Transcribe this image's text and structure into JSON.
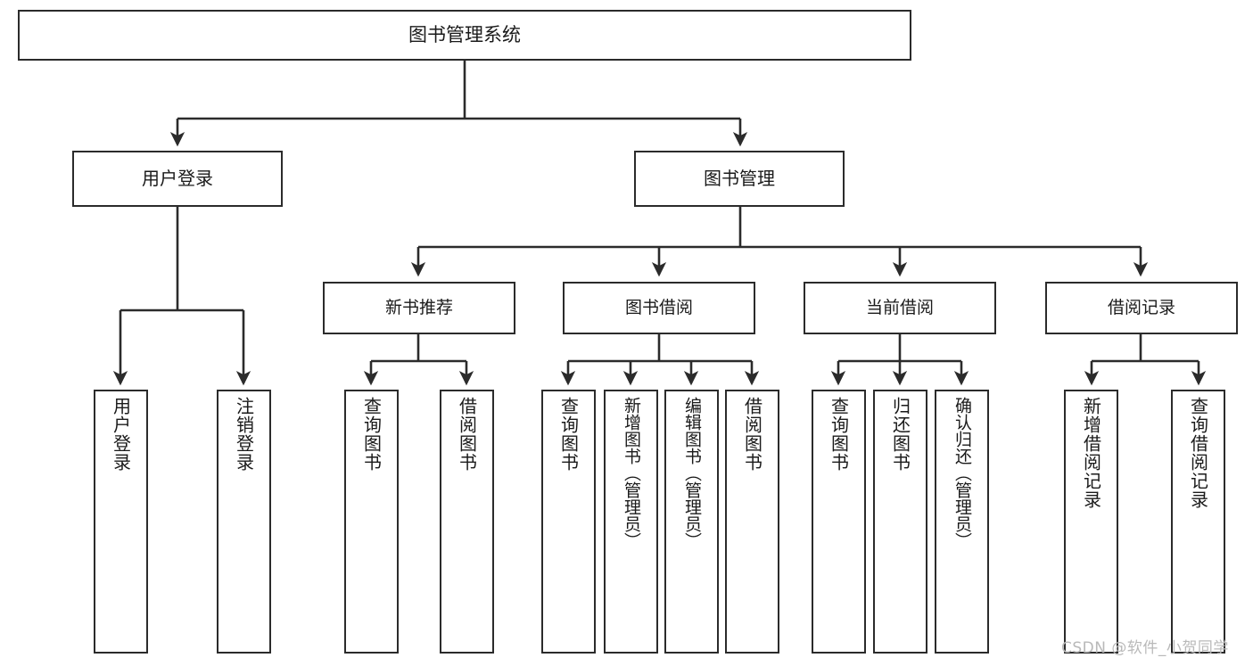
{
  "diagram": {
    "title": "图书管理系统",
    "type": "tree-hierarchy-diagram",
    "stroke_color": "#2b2b2b",
    "fill_color": "#ffffff",
    "text_color": "#1a1a1a",
    "watermark": "CSDN @软件_小贺同学"
  },
  "nodes": {
    "root": {
      "label": "图书管理系统"
    },
    "level1": [
      {
        "label": "用户登录"
      },
      {
        "label": "图书管理"
      }
    ],
    "level2": [
      {
        "label": "新书推荐"
      },
      {
        "label": "图书借阅"
      },
      {
        "label": "当前借阅"
      },
      {
        "label": "借阅记录"
      }
    ],
    "leaves_user_login": [
      {
        "label": "用户登录"
      },
      {
        "label": "注销登录"
      }
    ],
    "leaves_new_book": [
      {
        "label": "查询图书"
      },
      {
        "label": "借阅图书"
      }
    ],
    "leaves_borrow": [
      {
        "label": "查询图书"
      },
      {
        "label": "新增图书（管理员）"
      },
      {
        "label": "编辑图书（管理员）"
      },
      {
        "label": "借阅图书"
      }
    ],
    "leaves_current": [
      {
        "label": "查询图书"
      },
      {
        "label": "归还图书"
      },
      {
        "label": "确认归还（管理员）"
      }
    ],
    "leaves_records": [
      {
        "label": "新增借阅记录"
      },
      {
        "label": "查询借阅记录"
      }
    ]
  }
}
